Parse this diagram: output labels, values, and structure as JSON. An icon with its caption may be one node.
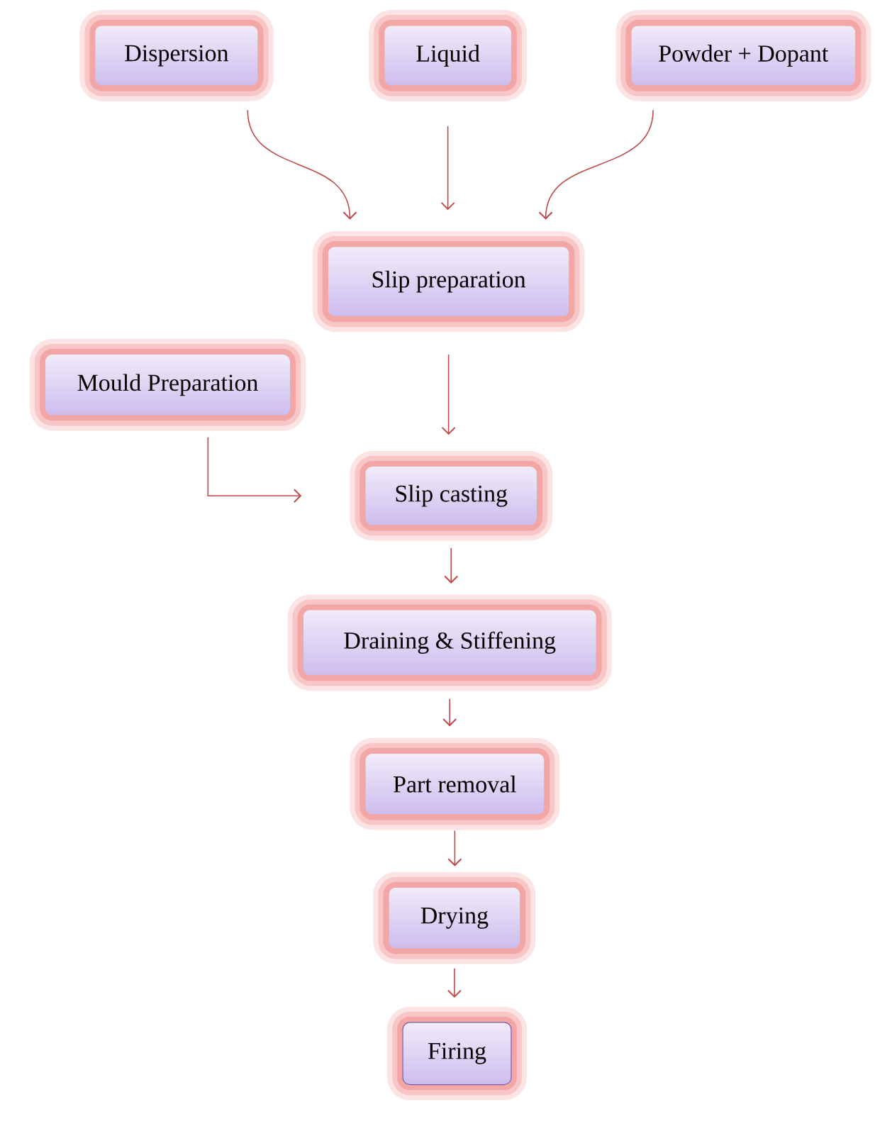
{
  "diagram": {
    "nodes": [
      {
        "text": [
          "Dispersion"
        ]
      },
      {
        "text": [
          "Liquid"
        ]
      },
      {
        "text": [
          "Powder + Dopant"
        ]
      },
      {
        "text": [
          "Slip preparation"
        ]
      },
      {
        "text": [
          "Mould Preparation"
        ]
      },
      {
        "text": [
          "Slip casting"
        ]
      },
      {
        "text": [
          "Draining & Stiffening"
        ]
      },
      {
        "text": [
          "Part removal"
        ]
      },
      {
        "text": [
          "Drying"
        ]
      },
      {
        "text": [
          "Firing"
        ]
      }
    ],
    "edges": [
      {
        "from": 0,
        "to": 3,
        "arrow": "to"
      },
      {
        "from": 1,
        "to": 3,
        "arrow": "to"
      },
      {
        "from": 2,
        "to": 3,
        "arrow": "to"
      },
      {
        "from": 3,
        "to": 5,
        "arrow": "to"
      },
      {
        "from": 4,
        "to": 5,
        "arrow": "to"
      },
      {
        "from": 5,
        "to": 6,
        "arrow": "to"
      },
      {
        "from": 6,
        "to": 7,
        "arrow": "to"
      },
      {
        "from": 7,
        "to": 8,
        "arrow": "to"
      },
      {
        "from": 8,
        "to": 9,
        "arrow": "to"
      }
    ]
  }
}
